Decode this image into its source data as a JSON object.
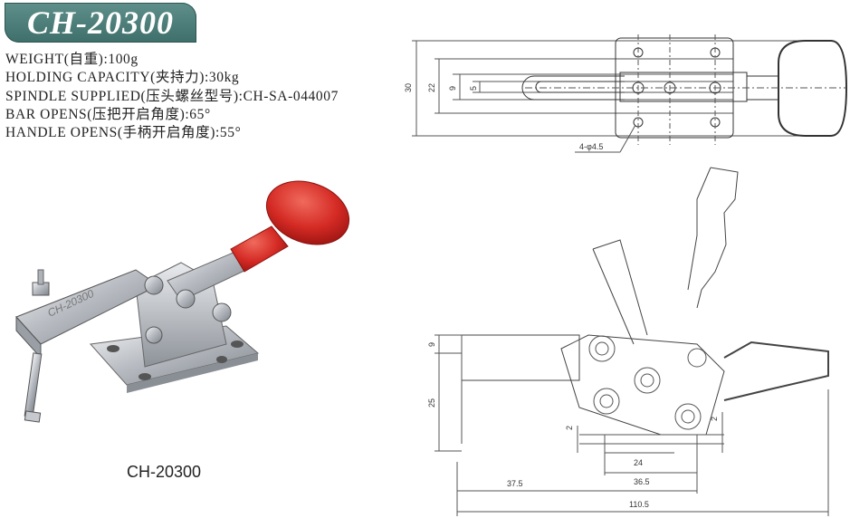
{
  "title": "CH-20300",
  "specs": [
    "WEIGHT(自重):100g",
    "HOLDING CAPACITY(夹持力):30kg",
    "SPINDLE SUPPLIED(压头螺丝型号):CH-SA-044007",
    "BAR OPENS(压把开启角度):65°",
    "HANDLE OPENS(手柄开启角度):55°"
  ],
  "photo": {
    "caption": "CH-20300",
    "model_mark": "CH-20300"
  },
  "top_drawing": {
    "dims": {
      "overall_height": "30",
      "mid_height": "22",
      "slot_outer": "9",
      "slot_inner": "5",
      "holes": "4-φ4.5"
    }
  },
  "side_drawing": {
    "dims": {
      "top_offset": "9",
      "height": "25",
      "gap_left": "2",
      "gap_right": "2",
      "base_width": "24",
      "hole_span": "36.5",
      "front_length": "37.5",
      "overall_length": "110.5"
    }
  },
  "colors": {
    "badge": "#4f7f7a",
    "handle_red": "#d42a24",
    "metal": "#c9ccd0"
  }
}
